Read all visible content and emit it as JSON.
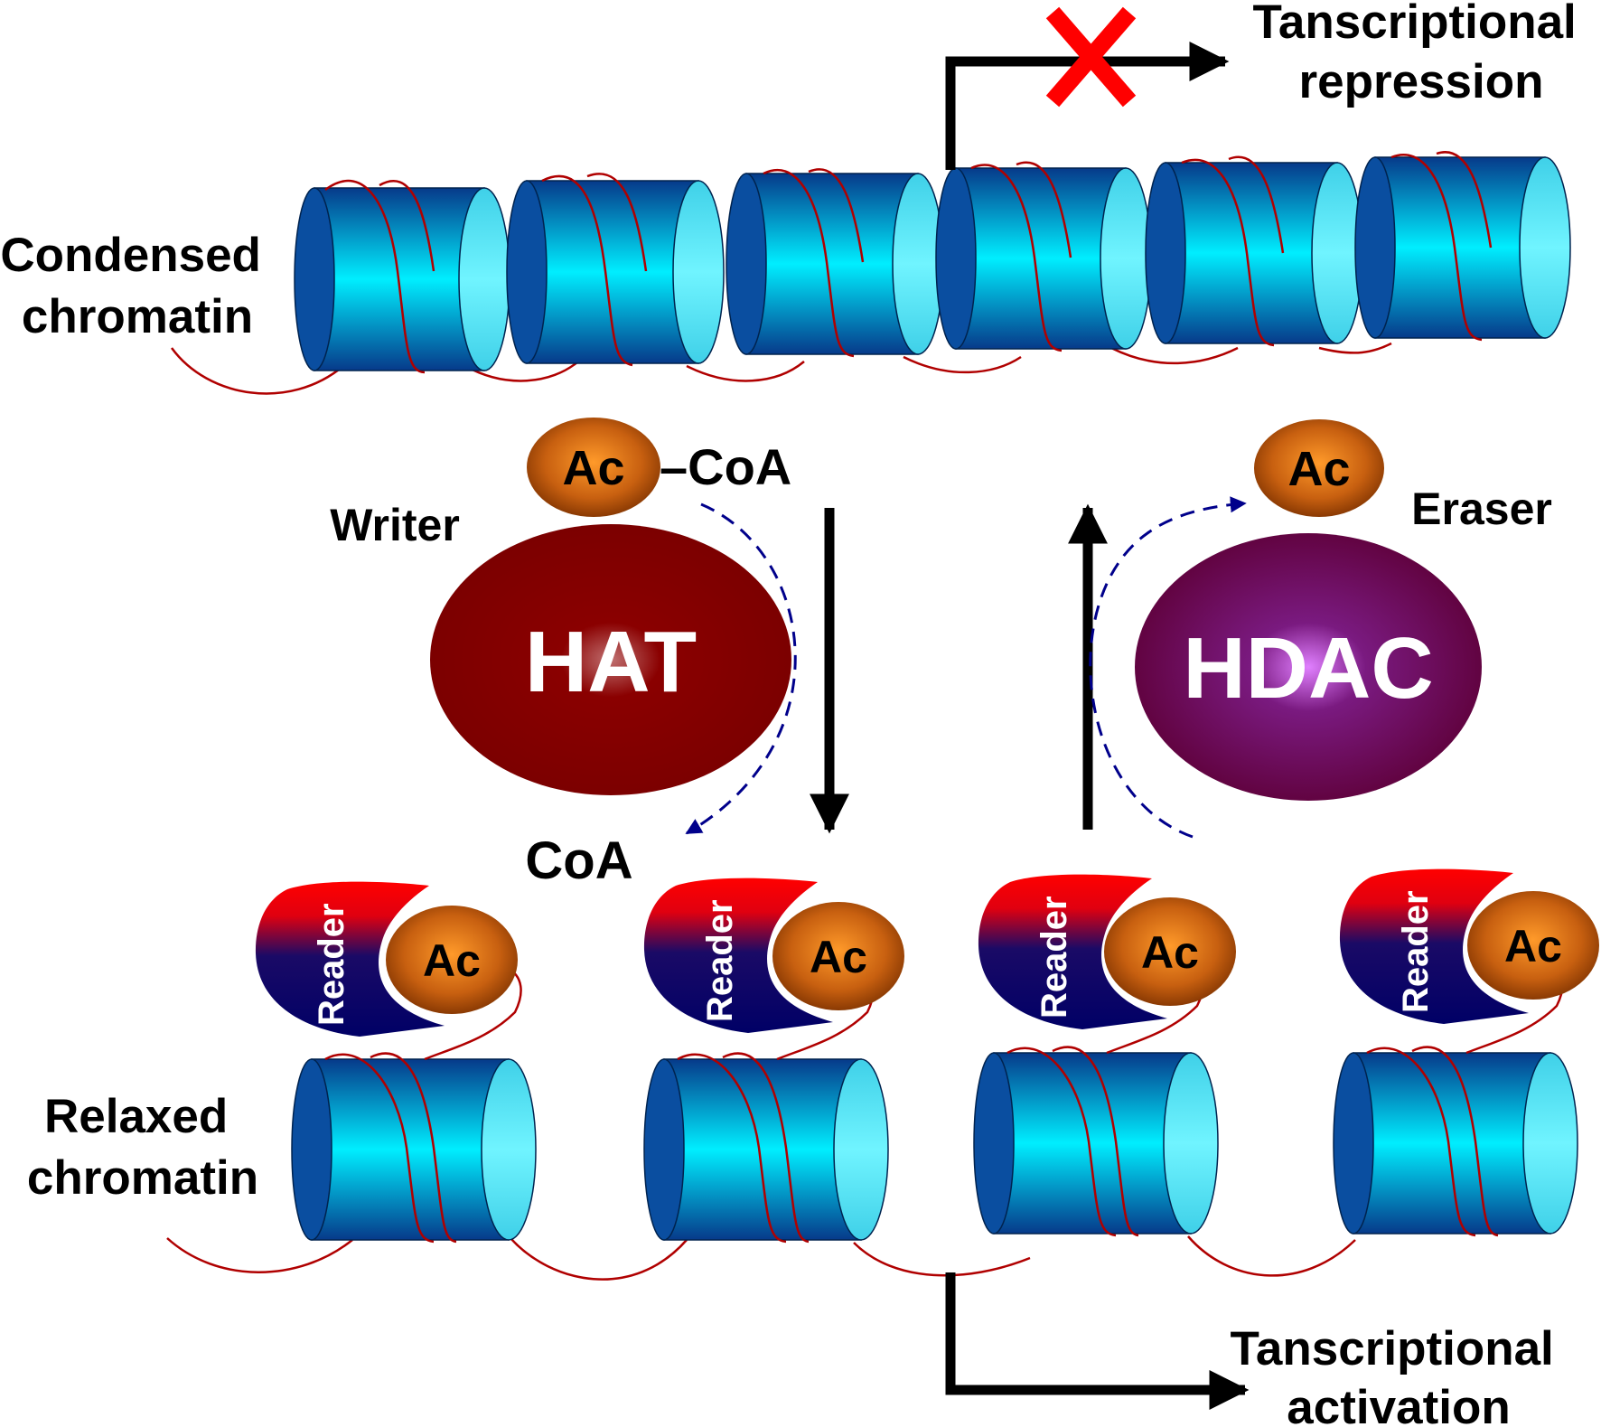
{
  "labels": {
    "condensed": [
      "Condensed",
      "chromatin"
    ],
    "relaxed": [
      "Relaxed",
      "chromatin"
    ],
    "repression": [
      "Tanscriptional",
      "repression"
    ],
    "activation": [
      "Tanscriptional",
      "activation"
    ],
    "writer": "Writer",
    "eraser": "Eraser",
    "coa_product": "CoA"
  },
  "acetyl_coa": {
    "ac": "Ac",
    "coa": "–CoA"
  },
  "hat": {
    "label": "HAT",
    "color": "#7a0000"
  },
  "hdac": {
    "label": "HDAC",
    "color": "#6b0042"
  },
  "eraser_ac": "Ac",
  "readers": [
    {
      "reader": "Reader",
      "ac": "Ac"
    },
    {
      "reader": "Reader",
      "ac": "Ac"
    },
    {
      "reader": "Reader",
      "ac": "Ac"
    },
    {
      "reader": "Reader",
      "ac": "Ac"
    }
  ],
  "colors": {
    "nucleosome_dark": "#003a8c",
    "nucleosome_light": "#00f0ff",
    "dna": "#b00000",
    "block_x": "#ff0000",
    "dashed_arrow": "#00008b",
    "acetyl_fill": "#c05a10"
  }
}
